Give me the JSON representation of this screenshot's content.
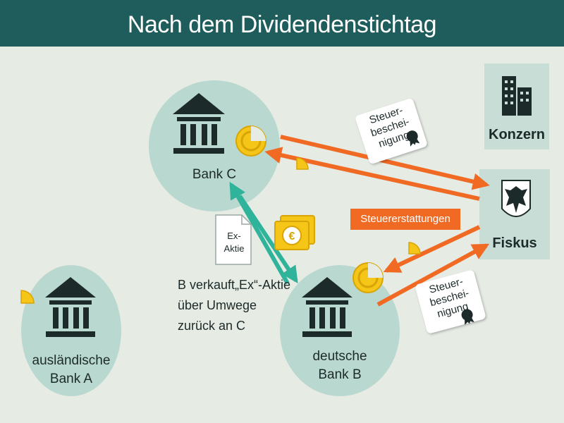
{
  "title": "Nach dem Dividendenstichtag",
  "nodes": {
    "bank_c": "Bank C",
    "bank_b_line1": "deutsche",
    "bank_b_line2": "Bank B",
    "bank_a_line1": "ausländische",
    "bank_a_line2": "Bank A",
    "konzern": "Konzern",
    "fiskus": "Fiskus"
  },
  "labels": {
    "ex_aktie_line1": "Ex-",
    "ex_aktie_line2": "Aktie",
    "transfer_note_line1": "B verkauft„Ex“-Aktie",
    "transfer_note_line2": "über Umwege",
    "transfer_note_line3": "zurück an C",
    "steuererstattungen": "Steuererstattungen",
    "cert_top_line1": "Steuer-",
    "cert_top_line2": "beschei-",
    "cert_top_line3": "nigung",
    "cert_bottom_line1": "Steuer-",
    "cert_bottom_line2": "beschei-",
    "cert_bottom_line3": "nigung"
  },
  "icons": [
    "bank-building-icon",
    "office-buildings-icon",
    "federal-eagle-icon",
    "coin-icon",
    "banknote-euro-icon",
    "seal-icon",
    "document-icon"
  ],
  "colors": {
    "header": "#1f5c5c",
    "background": "#e6ebe4",
    "circle": "#b9d8d0",
    "arrow_orange": "#f06a24",
    "arrow_teal": "#2fb39a",
    "coin": "#f5c518"
  }
}
